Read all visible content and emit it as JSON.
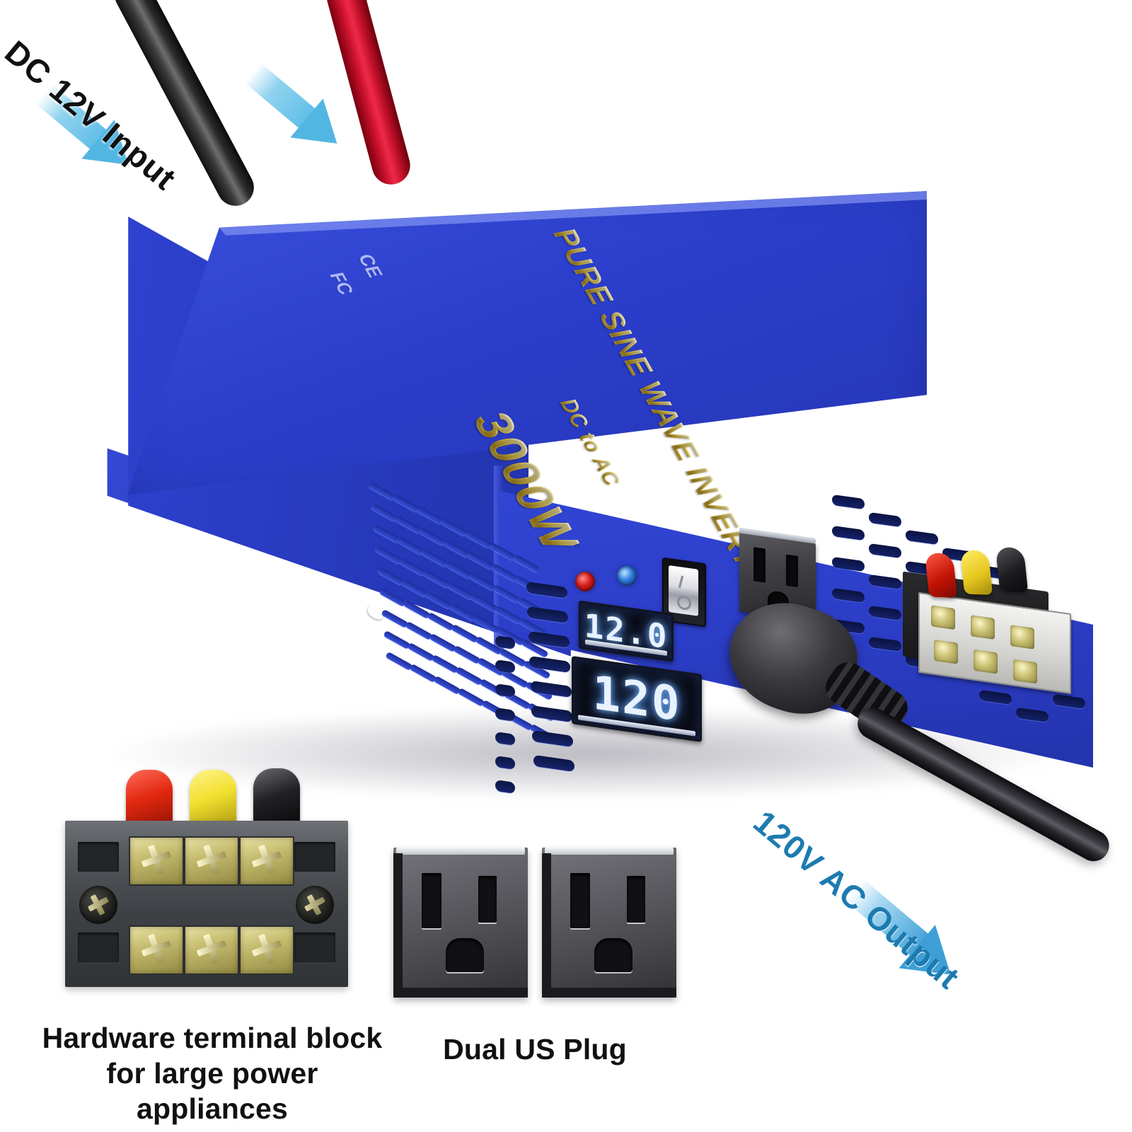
{
  "product": {
    "brand_line_1": "PURE SINE WAVE INVERTER",
    "power_rating": "3000W",
    "conversion": "DC to AC",
    "cert_ce": "CE",
    "cert_fcc": "FC"
  },
  "callouts": {
    "dc_input": "DC 12V Input",
    "ac_output": "120V AC Output"
  },
  "panel": {
    "dc_display_value": "12.0",
    "ac_display_value": "120",
    "led_power_name": "red-power-led",
    "led_status_name": "blue-status-led",
    "switch_name": "power-rocker-switch"
  },
  "insets": {
    "terminal_block_caption": "Hardware terminal block\nfor large power appliances",
    "terminal_block_caption_line_1": "Hardware terminal block",
    "terminal_block_caption_line_2": "for large power appliances",
    "dual_plug_caption": "Dual US Plug"
  },
  "wires": {
    "negative_color_name": "black",
    "positive_color_name": "red",
    "terminal_boots": [
      "red",
      "yellow",
      "black"
    ]
  },
  "colors": {
    "body_blue": "#2b3ecb",
    "body_blue_dark": "#2334ae",
    "body_blue_light": "#3a4fdd",
    "gold_text": "#e8cc55",
    "arrow_cyan": "#52b6e3",
    "ac_label_teal": "#1d7bb0",
    "cable_red": "#c5102a",
    "cable_black": "#1a1a1a",
    "terminal_brass": "#c5bb6e",
    "outlet_gray": "#5b5b61"
  }
}
